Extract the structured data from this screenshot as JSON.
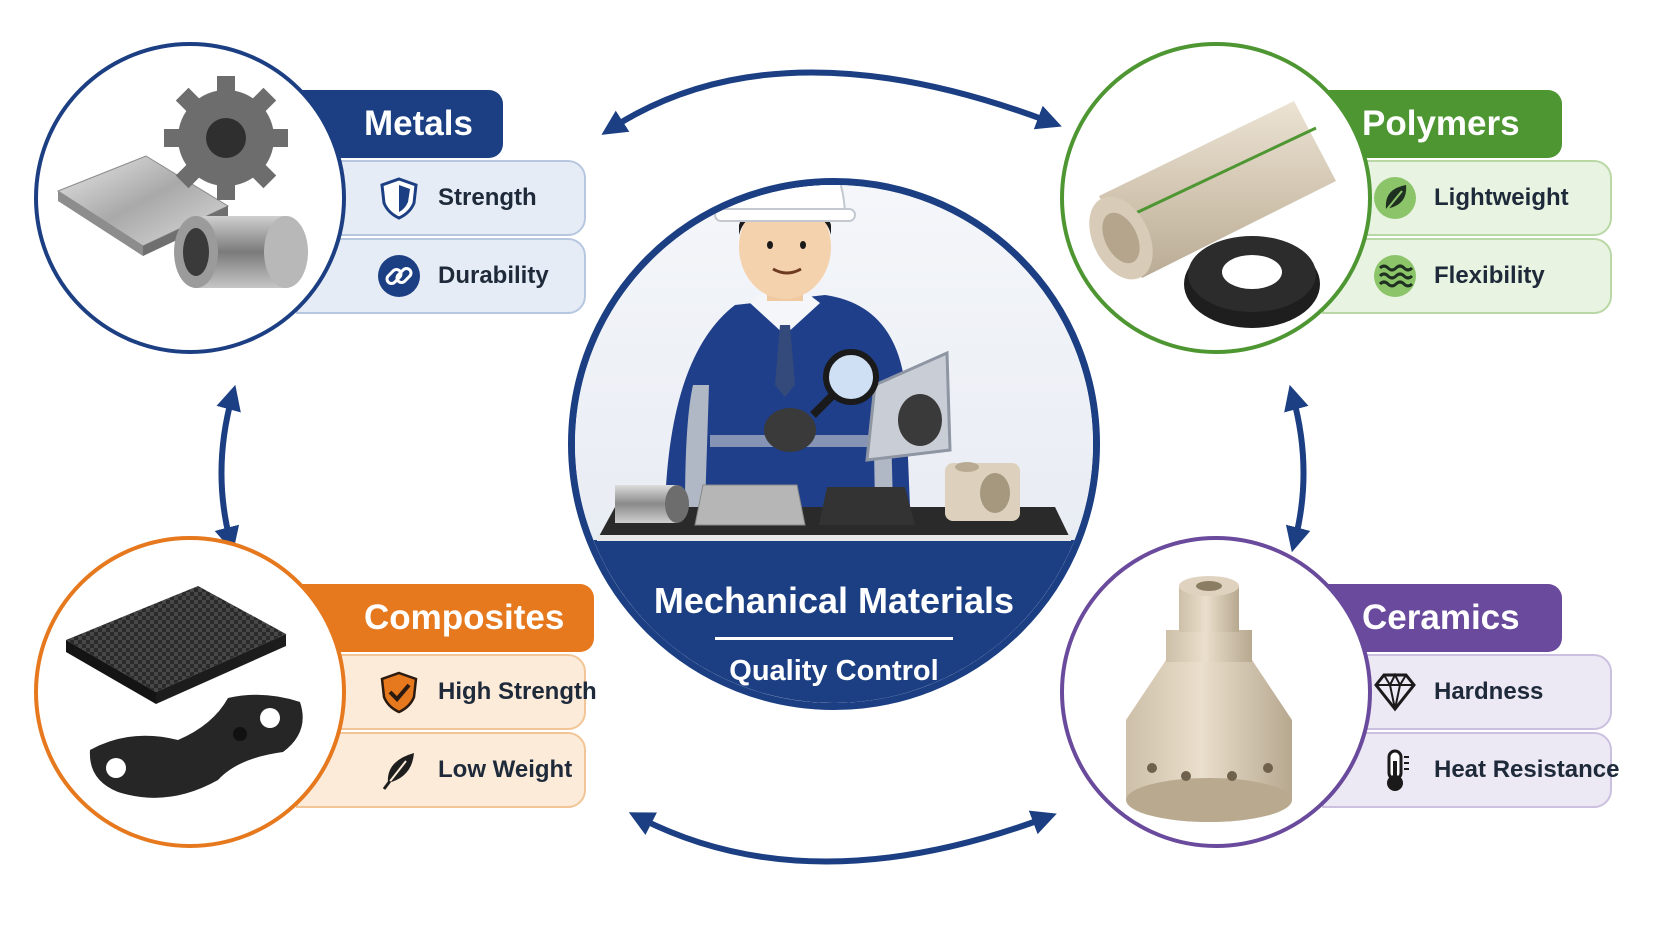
{
  "center": {
    "title": "Mechanical Materials",
    "subtitle": "Quality Control"
  },
  "colors": {
    "navy": "#1c3f83",
    "green": "#4d9632",
    "orange": "#e6781e",
    "purple": "#6a4a9c"
  },
  "categories": {
    "metals": {
      "title": "Metals",
      "features": [
        {
          "label": "Strength",
          "icon": "shield-icon"
        },
        {
          "label": "Durability",
          "icon": "chain-link-icon"
        }
      ]
    },
    "polymers": {
      "title": "Polymers",
      "features": [
        {
          "label": "Lightweight",
          "icon": "leaf-icon"
        },
        {
          "label": "Flexibility",
          "icon": "waves-icon"
        }
      ]
    },
    "composites": {
      "title": "Composites",
      "features": [
        {
          "label": "High Strength",
          "icon": "shield-check-icon"
        },
        {
          "label": "Low Weight",
          "icon": "feather-icon"
        }
      ]
    },
    "ceramics": {
      "title": "Ceramics",
      "features": [
        {
          "label": "Hardness",
          "icon": "diamond-icon"
        },
        {
          "label": "Heat Resistance",
          "icon": "thermometer-icon"
        }
      ]
    }
  }
}
